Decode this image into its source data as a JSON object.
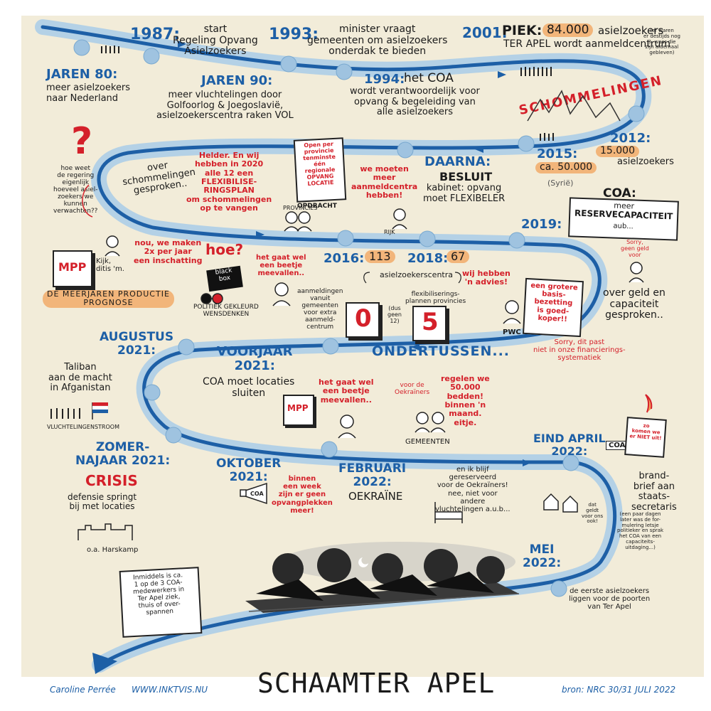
{
  "footer": {
    "author": "Caroline Perrée",
    "site": "WWW.INKTVIS.NU",
    "title": "SCHAAMTER APEL",
    "source": "bron: NRC 30/31 JULI 2022"
  },
  "row1": {
    "y1987": "1987:",
    "t1987": "start\nRegeling Opvang\nAsielzoekers",
    "y1993": "1993:",
    "t1993": "minister vraagt\ngemeenten om asielzoekers\nonderdak te bieden",
    "y2001": "2001:",
    "piek": "PIEK:",
    "piek_num": "84.000",
    "piek_rest": "asielzoekers",
    "terapel": "TER APEL wordt aanmeldcentrum",
    "aside2001": "(er waren\ner destijds nog\n3, waar die\nzijn aldemaal\ngebleven)",
    "jaren80": "JAREN 80:",
    "t80": "meer asielzoekers\nnaar Nederland",
    "jaren90": "JAREN 90:",
    "t90": "meer vluchtelingen door\nGolfoorlog & Joegoslavië,\nasielzoekerscentra raken VOL",
    "y1994": "1994:",
    "t1994a": "het COA",
    "t1994b": "wordt verantwoordelijk voor\nopvang & begeleiding van\nalle asielzoekers",
    "schommel": "SCHOMMELINGEN"
  },
  "row2": {
    "q_text": "hoe weet\nde regering\neigenlijk\nhoeveel asiel-\nzoekers we\nkunnen\nverwachten??",
    "over": "over\nschommelingen\ngesproken..",
    "helder": "Helder. En wij\nhebben in 2020\nalle 12 een\nFLEXIBILISE-\nRINGSPLAN\nom schommelingen\nop te vangen",
    "opdracht_sign": "Open per\nprovincie\ntenminste\néén regionale\nOPVANG\nLOCATIE",
    "opdracht": "OPDRACHT",
    "provincies": "PROVINCIES",
    "aanmeld": "we moeten\nmeer\naanmeldcentra\nhebben!",
    "rijk": "RIJK",
    "daarna": "DAARNA:",
    "besluit": "BESLUIT",
    "kabinet": "kabinet: opvang\nmoet FLEXIBELER",
    "y2015": "2015:",
    "n2015": "ca. 50.000",
    "syrie": "(Syrië)",
    "y2012": "2012:",
    "n2012": "15.000",
    "t2012": "asielzoekers"
  },
  "row3": {
    "coa": "COA:",
    "reserve_pre": "meer",
    "reserve": "RESERVECAPACITEIT",
    "reserve_post": "aub...",
    "y2019": "2019:",
    "sorry_geld": "Sorry,\ngeen geld\nvoor",
    "nou": "nou, we maken\n2x per jaar\neen inschatting",
    "hoe": "hoe?",
    "kijk": "Kijk,\nditis 'm.",
    "mpp": "MPP",
    "meerjaren": "DE MEERJAREN PRODUCTIE\nPROGNOSE",
    "blackbox": "black\nbox",
    "politiek": "POLITIEK GEKLEURD\nWENSDENKEN",
    "meevallen1": "het gaat wel\neen beetje\nmeevallen..",
    "y2016": "2016:",
    "n2016": "113",
    "y2018": "2018:",
    "n2018": "67",
    "azc": "asielzoekerscentra",
    "advies": "wij hebben\n'n advies!",
    "basis": "een grotere\nbasis-\nbezetting\nis goed-\nkoper!!",
    "pwc": "PWC",
    "geld_cap": "over geld en\ncapaciteit\ngesproken..",
    "aanmeldingen": "aanmeldingen\nvanuit\ngemeenten\nvoor extra\naanmeld-\ncentrum",
    "zero": "0",
    "flexplans": "flexibiliserings-\nplannen provincies",
    "dus12": "(dus\ngeen\n12)",
    "five": "5",
    "sorry_fin": "Sorry, dit past\nniet in onze financierings-\nsystematiek",
    "ondertussen": "ONDERTUSSEN..."
  },
  "row4": {
    "aug": "AUGUSTUS\n2021:",
    "taliban": "Taliban\naan de macht\nin Afganistan",
    "vluchtstroom": "VLUCHTELINGENSTROOM",
    "voorjaar": "VOORJAAR\n2021:",
    "coa_sluit": "COA moet locaties\nsluiten",
    "mpp2": "MPP",
    "meevallen2": "het gaat wel\neen beetje\nmeevallen..",
    "voor_oek": "voor de\nOekraïners",
    "regelen": "regelen we\n50.000\nbedden!\nbinnen 'n\nmaand.\neitje.",
    "gemeenten": "GEMEENTEN"
  },
  "row5": {
    "zomer": "ZOMER-\nNAJAAR 2021:",
    "crisis": "CRISIS",
    "defensie": "defensie springt\nbij met locaties",
    "harskamp": "o.a. Harskamp",
    "okt": "OKTOBER\n2021:",
    "coa_megaphone": "COA",
    "binnen_week": "binnen\neen week\nzijn er geen\nopvangplekken\nmeer!",
    "feb": "FEBRUARI\n2022:",
    "oekraine": "OEKRAÏNE",
    "gereserveerd": "en ik blijf\ngereserveerd\nvoor de Oekraïners!\nnee, niet voor\nandere\nvluchtelingen a.u.b...",
    "dat_geldt": "dat\ngeldt\nvoor ons\nook!",
    "eind_april": "EIND APRIL\n2022:",
    "coa_sign": "COA",
    "niet_uit": "zo\nkomen we\ner NIET uit!",
    "brandbrief": "brand-\nbrief aan\nstaats-\nsecretaris",
    "brand_note": "(een paar dagen\nlater was de for-\nmulering letsje\npolitieker en sprak\nhet COA van een\ncapaciteits-\nuitdaging...)",
    "mei": "MEI\n2022:",
    "eerste": "de eerste asielzoekers\nliggen voor de poorten\nvan Ter Apel",
    "note": "Inmiddels is ca.\n1 op de 3 COA-\nmedewerkers in\nTer Apel ziek,\nthuis of over-\nspannen"
  },
  "colors": {
    "paper": "#f2ecd9",
    "river": "#1d5fa6",
    "river_glow": "#a9cde8",
    "dot": "#9fc3e0",
    "red": "#d4202a",
    "highlight": "#f2b57a"
  }
}
